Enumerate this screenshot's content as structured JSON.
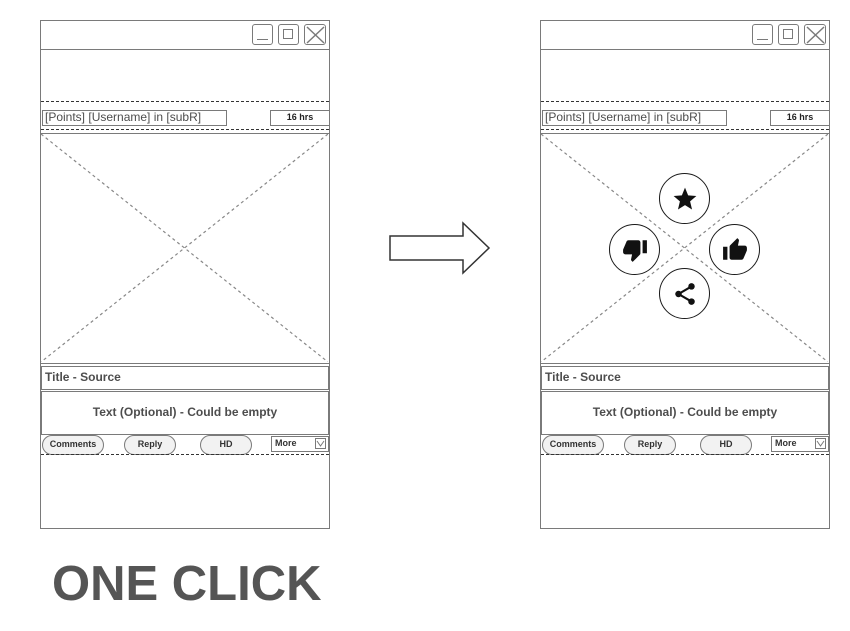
{
  "panels": [
    {
      "meta": {
        "user_line": "[Points] [Username] in [subR]",
        "time": "16 hrs"
      },
      "post": {
        "title": "Title - Source",
        "text": "Text (Optional) - Could be empty"
      },
      "actions": {
        "comments": "Comments",
        "reply": "Reply",
        "hd": "HD",
        "more": "More"
      }
    },
    {
      "meta": {
        "user_line": "[Points] [Username] in [subR]",
        "time": "16 hrs"
      },
      "post": {
        "title": "Title - Source",
        "text": "Text (Optional) - Could be empty"
      },
      "actions": {
        "comments": "Comments",
        "reply": "Reply",
        "hd": "HD",
        "more": "More"
      },
      "overlay": [
        "star-icon",
        "thumbs-down-icon",
        "thumbs-up-icon",
        "share-icon"
      ]
    }
  ],
  "caption": "ONE CLICK",
  "colors": {
    "stroke": "#7a7a7a",
    "caption": "#555555"
  }
}
